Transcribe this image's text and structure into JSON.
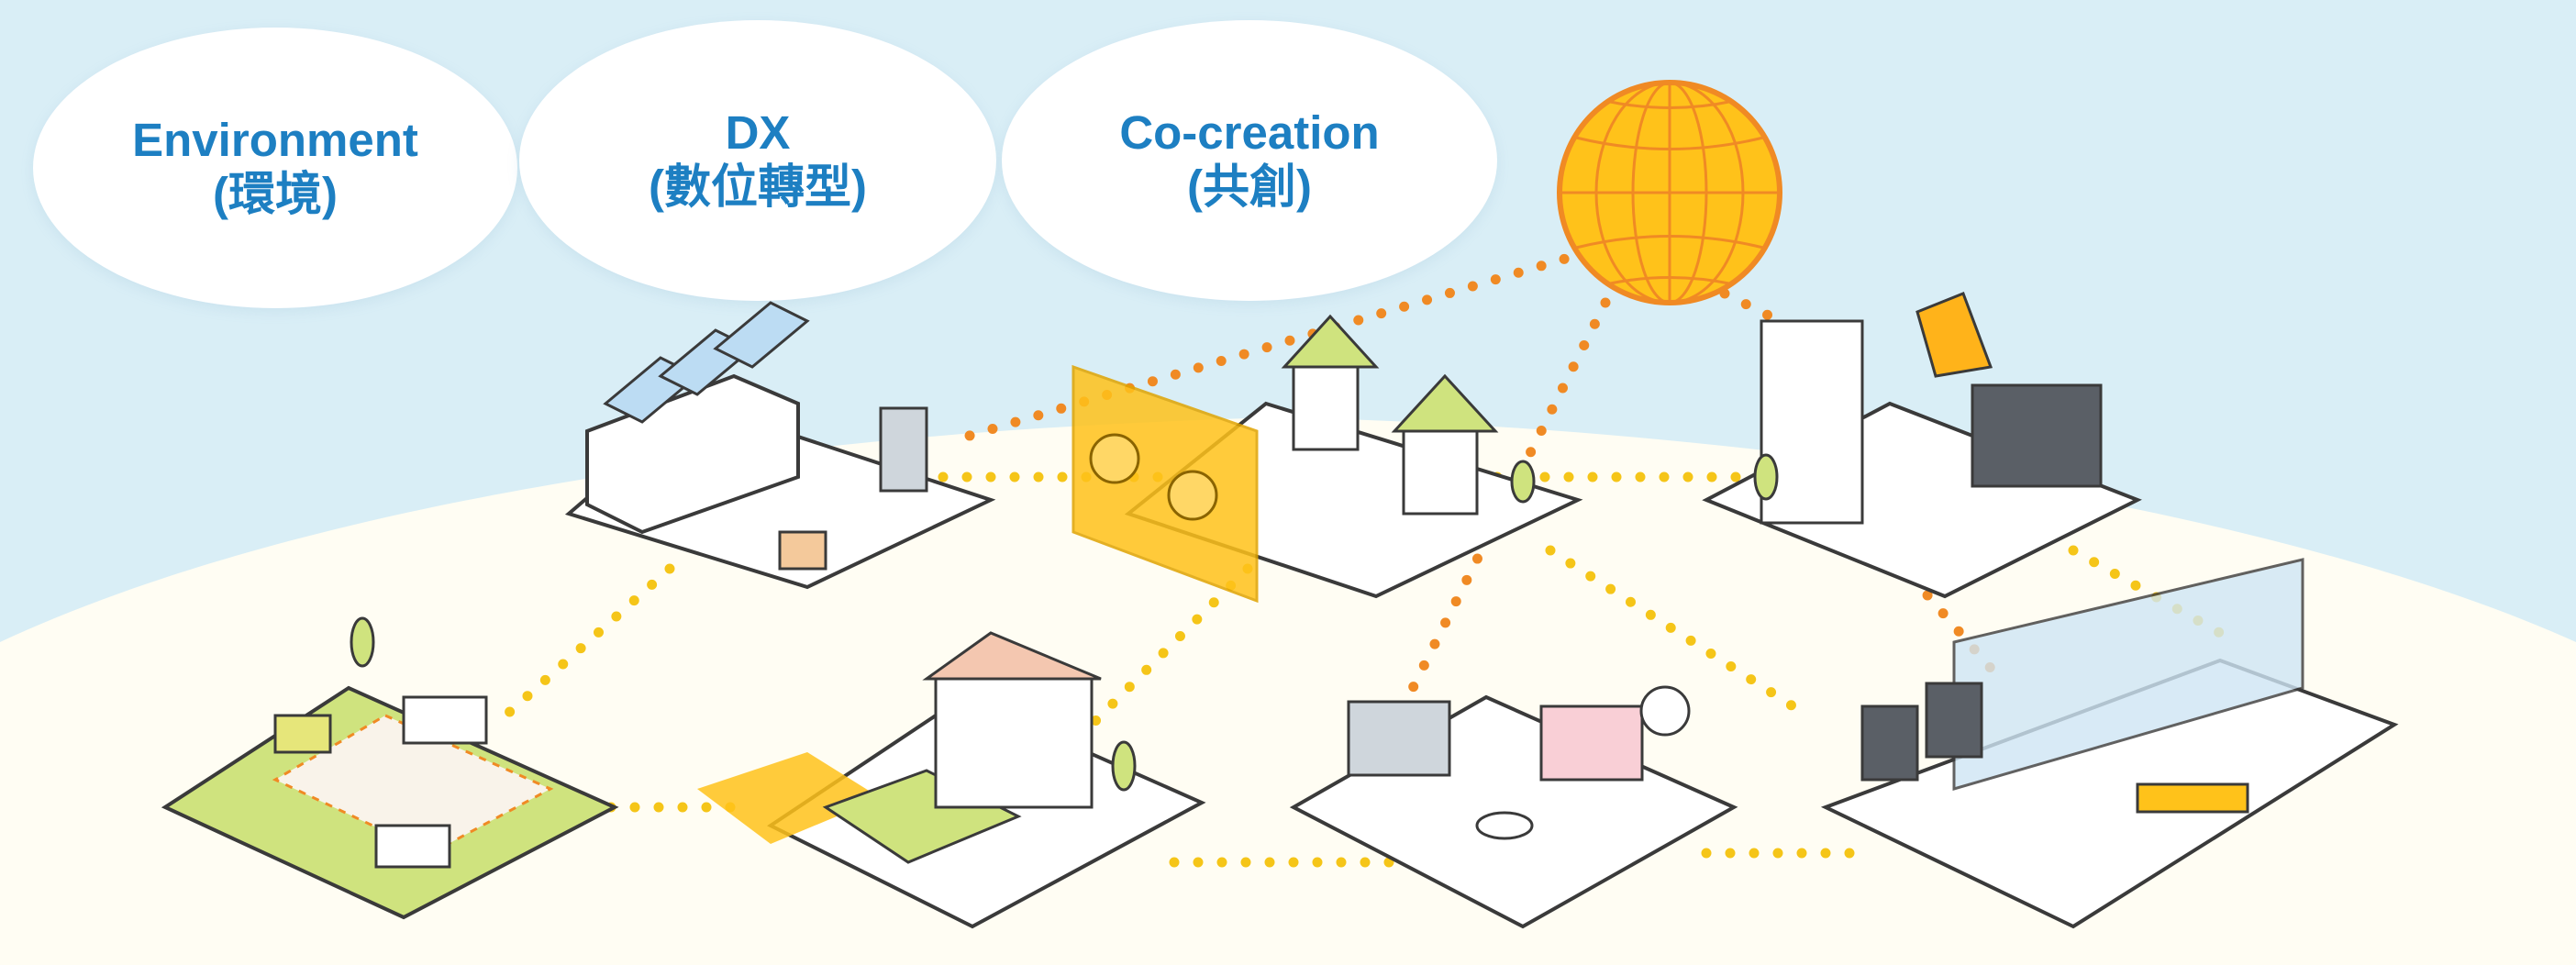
{
  "keywords": [
    {
      "term": "Environment",
      "translation": "(環境)"
    },
    {
      "term": "DX",
      "translation": "(數位轉型)"
    },
    {
      "term": "Co-creation",
      "translation": "(共創)"
    }
  ],
  "colors": {
    "background_sky": "#d9eef6",
    "ground": "#fffdf3",
    "keyword_text": "#1d7fc2",
    "network_dots": "#f5c518",
    "link_dots": "#f08a24",
    "globe_fill": "#ffc21a",
    "globe_outline": "#f08a24"
  },
  "icons": [
    "globe-icon",
    "factory-tile-icon",
    "remote-work-house-tile-icon",
    "apparel-factory-tile-icon",
    "smart-mobility-tile-icon",
    "online-fitness-house-tile-icon",
    "cafe-print-shop-tile-icon",
    "retail-store-tile-icon",
    "video-call-screen-icon"
  ]
}
